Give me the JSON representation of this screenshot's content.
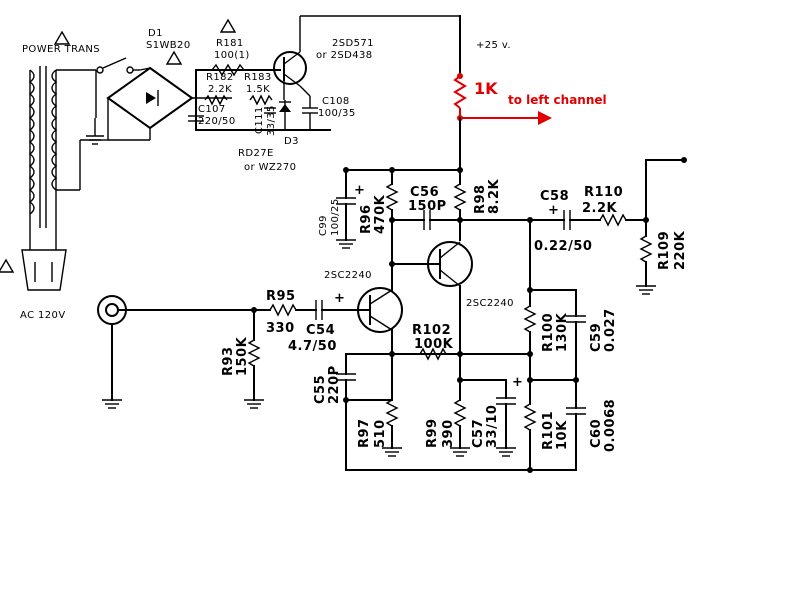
{
  "labels": {
    "power_trans": "POWER TRANS",
    "ac": "AC 120V",
    "d1": "D1",
    "d1_part": "S1WB20",
    "r181": "R181",
    "r181_val": "100(1)",
    "r182": "R182",
    "r182_val": "2.2K",
    "r183": "R183",
    "r183_val": "1.5K",
    "c107": "C107",
    "c107_val": "220/50",
    "c111": "C111",
    "c111_val": "33/35",
    "c108": "C108",
    "c108_val": "100/35",
    "d3": "D3",
    "d3_part1": "RD27E",
    "d3_part2": "or WZ270",
    "q_reg1": "2SD571",
    "q_reg2": "or 2SD438",
    "supply": "+25 v.",
    "res_1k": "1K",
    "to_left": "to left channel",
    "c99": "C99",
    "c99_val": "100/25",
    "r96": "R96",
    "r96_val": "470K",
    "c56": "C56",
    "c56_val": "150P",
    "r98": "R98",
    "r98_val": "8.2K",
    "c58": "C58",
    "c58_val": "0.22/50",
    "r110": "R110",
    "r110_val": "2.2K",
    "r109": "R109",
    "r109_val": "220K",
    "q_a": "2SC2240",
    "q_b": "2SC2240",
    "r95": "R95",
    "r95_val": "330",
    "c54": "C54",
    "c54_val": "4.7/50",
    "r93": "R93",
    "r93_val": "150K",
    "r102": "R102",
    "r102_val": "100K",
    "c55": "C55",
    "c55_val": "220P",
    "r97": "R97",
    "r97_val": "510",
    "r99": "R99",
    "r99_val": "390",
    "c57": "C57",
    "c57_val": "33/10",
    "r100": "R100",
    "r100_val": "130K",
    "c59": "C59",
    "c59_val": "0.027",
    "r101": "R101",
    "r101_val": "10K",
    "c60": "C60",
    "c60_val": "0.0068",
    "plus": "+"
  },
  "colors": {
    "ink": "#000000",
    "annotation": "#e00000"
  }
}
